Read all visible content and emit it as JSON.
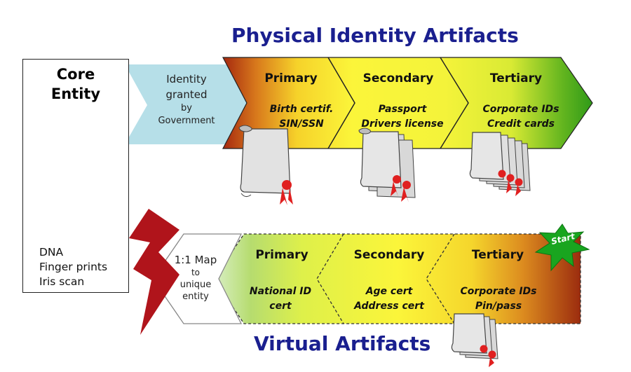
{
  "diagram": {
    "physical_heading": "Physical Identity Artifacts",
    "virtual_heading": "Virtual Artifacts",
    "core_entity": {
      "title_line1": "Core",
      "title_line2": "Entity",
      "biometrics": [
        "DNA",
        "Finger prints",
        "Iris scan"
      ]
    },
    "government_arrow": {
      "lines": [
        "Identity",
        "granted",
        "by",
        "Government"
      ]
    },
    "map_arrow": {
      "lines": [
        "1:1 Map",
        "to",
        "unique",
        "entity"
      ]
    },
    "physical_stages": [
      {
        "title": "Primary",
        "items": [
          "Birth certif.",
          "SIN/SSN"
        ]
      },
      {
        "title": "Secondary",
        "items": [
          "Passport",
          "Drivers license"
        ]
      },
      {
        "title": "Tertiary",
        "items": [
          "Corporate IDs",
          "Credit cards"
        ]
      }
    ],
    "virtual_stages": [
      {
        "title": "Primary",
        "items": [
          "National ID",
          "cert"
        ]
      },
      {
        "title": "Secondary",
        "items": [
          "Age cert",
          "Address cert"
        ]
      },
      {
        "title": "Tertiary",
        "items": [
          "Corporate IDs",
          "Pin/pass"
        ]
      }
    ],
    "start_badge": "Start",
    "colors": {
      "heading": "#1a1f8f",
      "gov_arrow": "#b6dfe8",
      "seal": "#e02020",
      "start_star": "#19a51f",
      "lightning": "#b0141b"
    }
  }
}
